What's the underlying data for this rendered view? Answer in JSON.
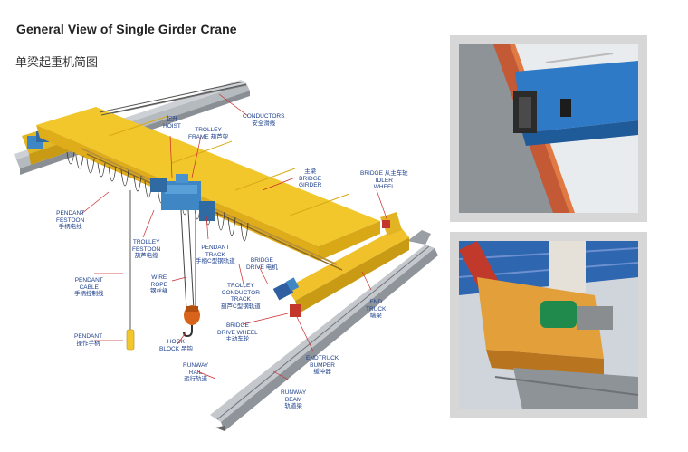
{
  "header": {
    "title": "General View of Single  Girder Crane",
    "subtitle": "单梁起重机简图"
  },
  "labels": {
    "conductors": {
      "en": [
        "CONDUCTORS"
      ],
      "zh": "安全滑线"
    },
    "hoist": {
      "zh": "起升",
      "en": [
        "HOIST"
      ]
    },
    "trolley_frame": {
      "en": [
        "TROLLEY",
        "FRAME"
      ],
      "zh": "葫芦架"
    },
    "bridge_girder": {
      "zh": "主梁",
      "en": [
        "BRIDGE",
        "GIRDER"
      ]
    },
    "bridge_idler_wheel": {
      "en": [
        "BRIDGE",
        "IDLER",
        "WHEEL"
      ],
      "zh": "从主车轮"
    },
    "pendant_festoon": {
      "en": [
        "PENDANT",
        "FESTOON"
      ],
      "zh": "手柄电线"
    },
    "trolley_festoon": {
      "en": [
        "TROLLEY",
        "FESTOON"
      ],
      "zh": "葫芦电缆"
    },
    "pendant_track": {
      "en": [
        "PENDANT",
        "TRACK"
      ],
      "zh": "手柄C型钢轨道"
    },
    "bridge_drive": {
      "en": [
        "BRIDGE",
        "DRIVE"
      ],
      "zh": "电机"
    },
    "trolley_conductor_track": {
      "en": [
        "TROLLEY",
        "CONDUCTOR",
        "TRACK"
      ],
      "zh": "葫芦C型钢轨道"
    },
    "pendant_cable": {
      "en": [
        "PENDANT",
        "CABLE"
      ],
      "zh": "手柄控制线"
    },
    "wire_rope": {
      "en": [
        "WIRE",
        "ROPE"
      ],
      "zh": "钢丝绳"
    },
    "bridge_drive_wheel": {
      "en": [
        "BRIDGE",
        "DRIVE WHEEL"
      ],
      "zh": "主动车轮"
    },
    "end_truck": {
      "en": [
        "END",
        "TRUCK"
      ],
      "zh": "端梁"
    },
    "pendant": {
      "en": [
        "PENDANT"
      ],
      "zh": "操作手柄"
    },
    "hook_block": {
      "en": [
        "HOOK",
        "BLOCK"
      ],
      "zh": "吊钩"
    },
    "endtruck_bumper": {
      "en": [
        "ENDTRUCK",
        "BUMPER"
      ],
      "zh": "缓冲器"
    },
    "runway_rail": {
      "en": [
        "RUNWAY",
        "RAIL"
      ],
      "zh": "运行轨道"
    },
    "runway_beam": {
      "en": [
        "RUNWAY",
        "BEAM"
      ],
      "zh": "轨道梁"
    }
  },
  "colors": {
    "girder_yellow": "#f2c72c",
    "girder_shadow": "#d9a816",
    "beam_gray": "#a9aeb3",
    "beam_dark": "#7d8288",
    "hoist_blue": "#3f86c4",
    "hook_orange": "#d8641c",
    "label_blue": "#1c3f8c",
    "leader_red": "#cc2a2a",
    "photo_frame": "#d7d7d7"
  },
  "photos": [
    {
      "name": "crane-girder-photo-1",
      "icon": "photo-icon"
    },
    {
      "name": "crane-endtruck-photo-2",
      "icon": "photo-icon"
    }
  ]
}
